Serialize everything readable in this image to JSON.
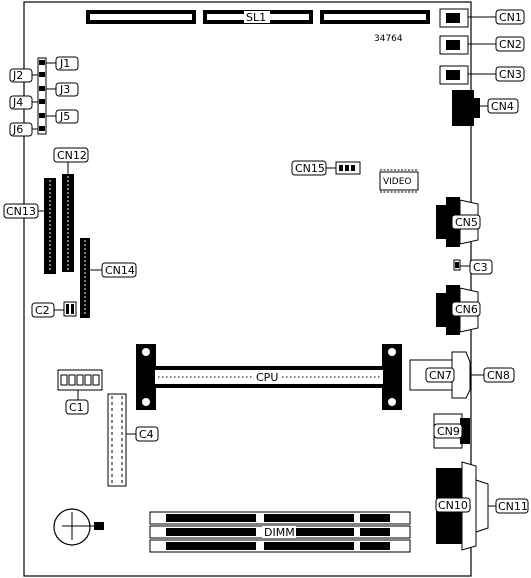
{
  "board_number": "34764",
  "labels": {
    "sl1": "SL1",
    "cn1": "CN1",
    "cn2": "CN2",
    "cn3": "CN3",
    "cn4": "CN4",
    "cn5": "CN5",
    "cn6": "CN6",
    "cn7": "CN7",
    "cn8": "CN8",
    "cn9": "CN9",
    "cn10": "CN10",
    "cn11": "CN11",
    "cn12": "CN12",
    "cn13": "CN13",
    "cn14": "CN14",
    "cn15": "CN15",
    "j1": "J1",
    "j2": "J2",
    "j3": "J3",
    "j4": "J4",
    "j5": "J5",
    "j6": "J6",
    "c1": "C1",
    "c2": "C2",
    "c3": "C3",
    "c4": "C4",
    "video": "VIDEO",
    "cpu": "CPU",
    "dimm": "DIMM"
  }
}
